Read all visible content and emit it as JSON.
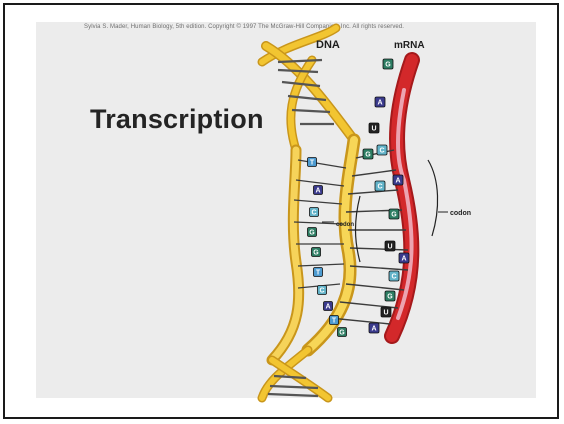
{
  "copyright": "Sylvia S. Mader, Human Biology, 5th edition. Copyright © 1997 The McGraw-Hill Companies, Inc. All rights reserved.",
  "title": "Transcription",
  "labels": {
    "dna": "DNA",
    "mrna": "mRNA",
    "codon": "codon"
  },
  "dna_template_bases": [
    "T",
    "A",
    "C",
    "G",
    "G",
    "T",
    "C",
    "A",
    "T",
    "G"
  ],
  "mrna_bases": [
    "G",
    "A",
    "U",
    "G",
    "C",
    "C",
    "A",
    "G",
    "U",
    "A",
    "C",
    "G",
    "U",
    "A"
  ],
  "colors": {
    "dna_backbone": "#f2c531",
    "dna_backbone_dark": "#c9961b",
    "mrna_backbone": "#d3282a",
    "mrna_backbone_light": "#f0b8c8",
    "base_A": "#3a3a8c",
    "base_G": "#2d7d63",
    "base_C": "#62b3c9",
    "base_U": "#222222",
    "base_T": "#4d9bd0",
    "background": "#ececec"
  }
}
